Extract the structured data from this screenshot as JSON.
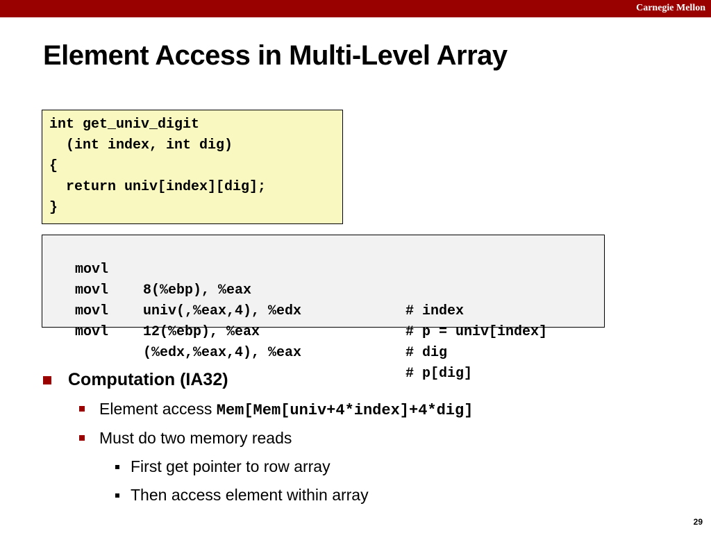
{
  "header": {
    "brand": "Carnegie Mellon"
  },
  "slide": {
    "title": "Element Access in Multi-Level Array",
    "c_code": [
      "int get_univ_digit",
      "  (int index, int dig)",
      "{",
      "  return univ[index][dig];",
      "}"
    ],
    "asm": [
      {
        "op": "movl",
        "args": "8(%ebp), %eax",
        "comment": "# index"
      },
      {
        "op": "movl",
        "args": "univ(,%eax,4), %edx",
        "comment": "# p = univ[index]"
      },
      {
        "op": "movl",
        "args": "12(%ebp), %eax",
        "comment": "# dig"
      },
      {
        "op": "movl",
        "args": "(%edx,%eax,4), %eax",
        "comment": "# p[dig]"
      }
    ],
    "bullets": {
      "level1": "Computation (IA32)",
      "level2_a_prefix": "Element access ",
      "level2_a_code": "Mem[Mem[univ+4*index]+4*dig]",
      "level2_b": "Must do two memory reads",
      "level3_a": "First get pointer to row array",
      "level3_b": "Then access element within array"
    },
    "page_number": "29"
  },
  "colors": {
    "brand_bar": "#990000",
    "c_code_bg": "#f8f8c0",
    "asm_bg": "#f2f2f2"
  }
}
